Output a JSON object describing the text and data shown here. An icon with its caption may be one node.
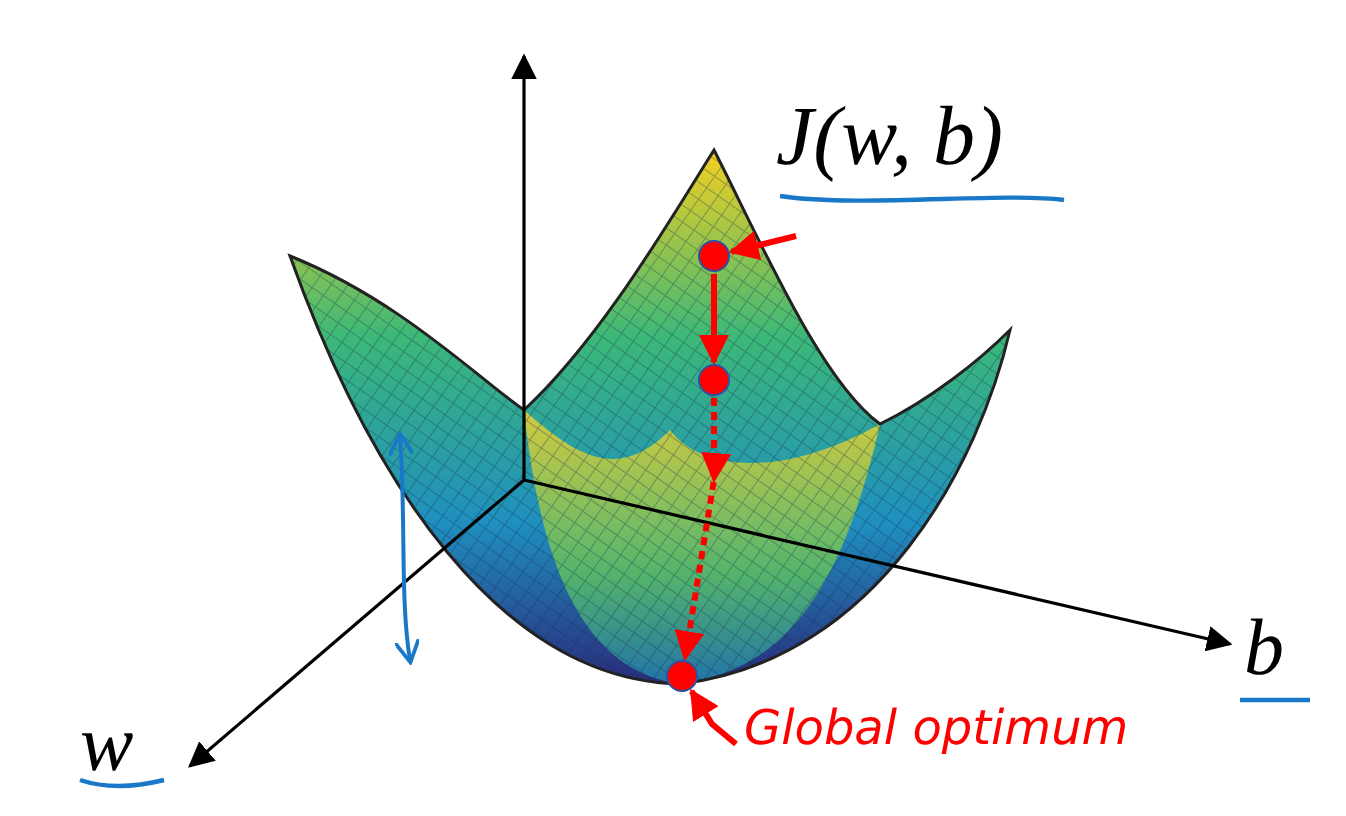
{
  "diagram": {
    "nodes": [
      {
        "text": [],
        "shape": "circle"
      },
      {
        "text": [],
        "shape": "circle"
      },
      {
        "text": [],
        "shape": "circle"
      },
      {
        "text": [
          "Global optimum"
        ]
      }
    ],
    "edges": [
      {
        "from": 0,
        "to": 1,
        "arrow": "to",
        "color": "#ff0000"
      },
      {
        "from": 1,
        "to": 2,
        "arrow": "to",
        "style": "dashed",
        "color": "#ff0000"
      },
      {
        "from": 3,
        "to": 2,
        "arrow": "to",
        "color": "#ff0000"
      },
      {
        "from": null,
        "to": 0,
        "arrow": "to",
        "color": "#ff0000"
      }
    ],
    "labels": [
      "J(w, b)",
      "b",
      "w"
    ]
  }
}
